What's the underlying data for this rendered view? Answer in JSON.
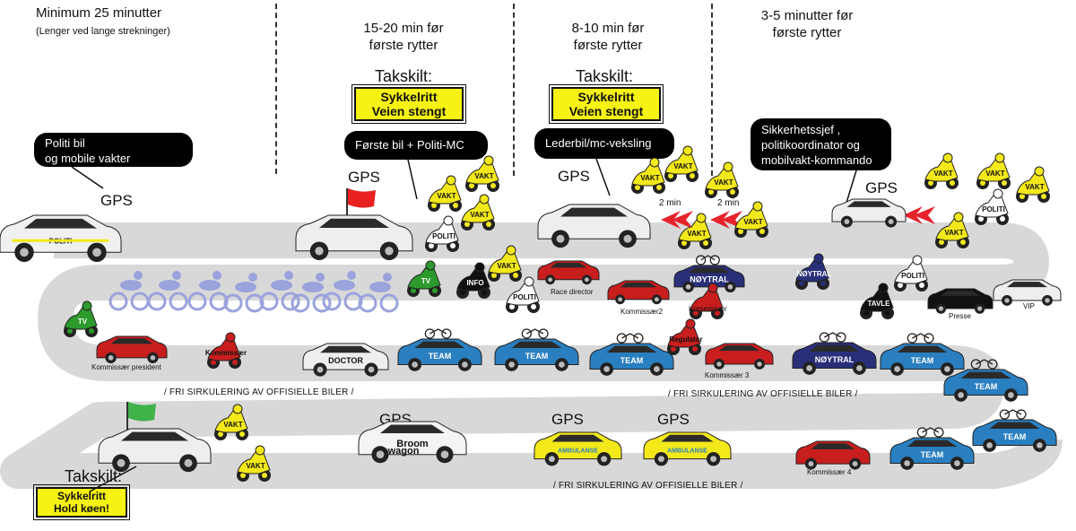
{
  "headers": {
    "col1_title": "Minimum 25 minutter",
    "col1_sub": "(Lenger ved lange strekninger)",
    "col2_title": "15-20 min før\nførste rytter",
    "col3_title": "8-10 min før\nførste rytter",
    "col4_title": "3-5 minutter før\nførste rytter"
  },
  "bubbles": {
    "politi": "Politi bil\nog mobile vakter",
    "forste_bil": "Første bil + Politi-MC",
    "lederbil": "Lederbil/mc-veksling",
    "sikkerhet": "Sikkerhetssjef ,\npolitikoordinator og\nmobilvakt-kommando"
  },
  "signs": {
    "takskilt_label": "Takskilt:",
    "sign1_line1": "Sykkelritt",
    "sign1_line2": "Veien stengt",
    "sign2_line1": "Sykkelritt",
    "sign2_line2": "Veien stengt",
    "bottom_label": "Takskilt:",
    "bottom_line1": "Sykkelritt",
    "bottom_line2": "Hold køen!"
  },
  "gps": [
    "GPS",
    "GPS",
    "GPS",
    "GPS",
    "GPS",
    "GPS",
    "GPS"
  ],
  "gaps": [
    "2 min",
    "2 min"
  ],
  "vehicle_labels": {
    "vakt": "VAKT",
    "politi": "POLITI",
    "tv": "TV",
    "info": "INFO",
    "noytral": "NØYTRAL",
    "team": "TEAM",
    "doctor": "DOCTOR",
    "tavle": "TAVLE",
    "broom1": "Broom",
    "broom2": "wagon",
    "ambulanse": "AMBULANSE",
    "kommissaer_moto": "Kommissær",
    "regulator": "Regulator"
  },
  "captions": {
    "race_director": "Race director",
    "kommissaer2": "Kommissær2",
    "kommissaer_mc": "Kommissær",
    "presse": "Presse",
    "vip": "VIP",
    "kommissaer_president": "Kommissær president",
    "kommissaer3": "Kommissær 3",
    "kommissaer4": "Kommissær 4"
  },
  "fri_sirkulering": [
    "/ FRI SIRKULERING AV OFFISIELLE BILER /",
    "/ FRI SIRKULERING AV OFFISIELLE BILER /",
    "/ FRI SIRKULERING AV OFFISIELLE BILER /"
  ],
  "colors": {
    "road": "#d8d8d8",
    "sign_yellow": "#f6f213",
    "moto_yellow": "#f3e81a",
    "team_blue": "#2a7fc0",
    "commissaire_red": "#c81e1e",
    "neutral_navy": "#2a2f7a",
    "tv_green": "#2d9a2d",
    "rider_blue": "#9aa3dc",
    "chevron_red": "#e5232b",
    "flag_red": "#e8201f",
    "flag_green": "#3fb24a"
  }
}
